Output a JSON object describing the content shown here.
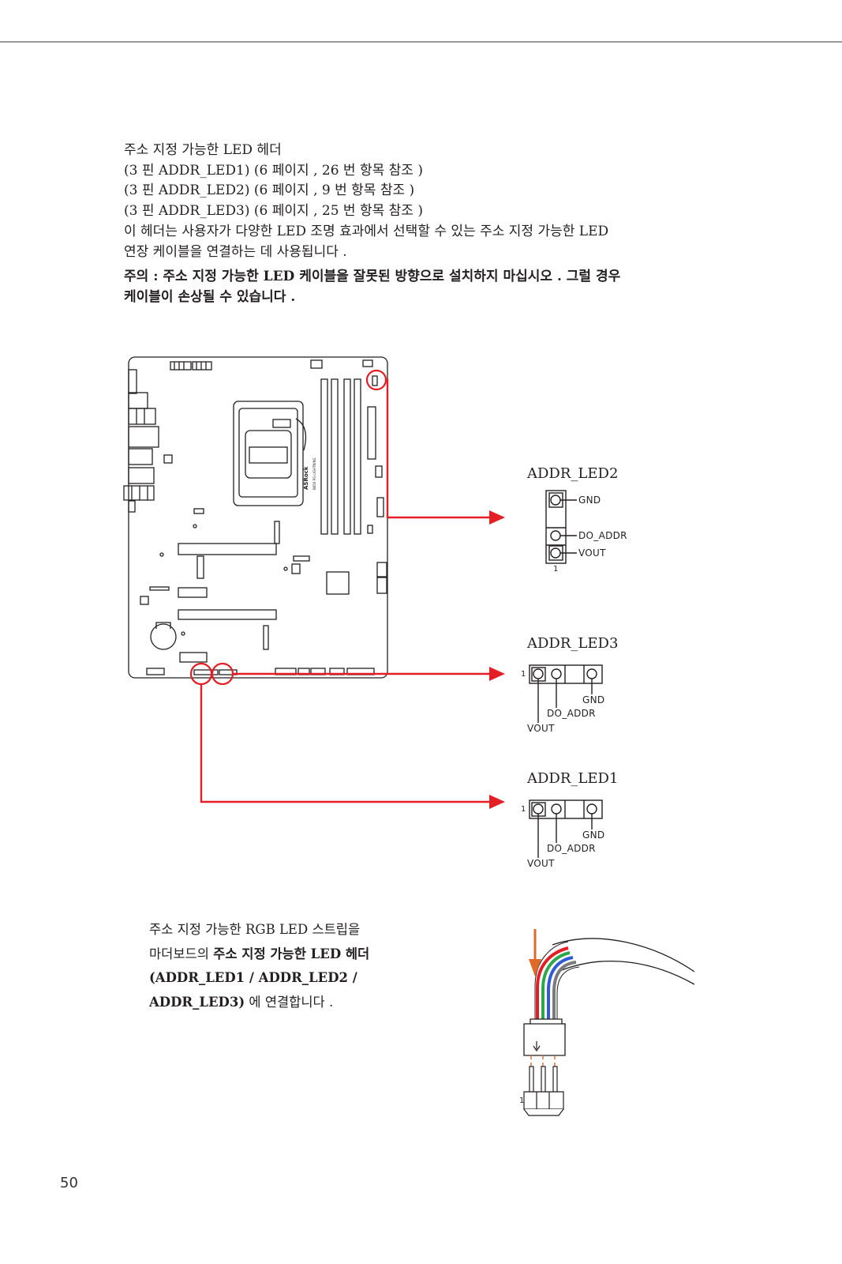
{
  "intro": {
    "title": "주소 지정 가능한 LED 헤더",
    "ref1": "(3 핀 ADDR_LED1) (6 페이지 , 26 번 항목 참조 )",
    "ref2": "(3 핀 ADDR_LED2) (6 페이지 , 9 번 항목 참조 )",
    "ref3": "(3 핀 ADDR_LED3) (6 페이지 , 25 번 항목 참조 )",
    "desc1": "이 헤더는 사용자가 다양한 LED 조명 효과에서 선택할 수 있는 주소 지정 가능한 LED",
    "desc2": "연장 케이블을 연결하는 데 사용됩니다 .",
    "warn1": "주의 : 주소 지정 가능한 LED 케이블을 잘못된 방향으로 설치하지 마십시오 . 그럴 경우",
    "warn2": "케이블이 손상될 수 있습니다 ."
  },
  "board": {
    "brand": "ASRock",
    "model": "B650 PG LIGHTNING"
  },
  "headers": {
    "led2": {
      "name": "ADDR_LED2",
      "gnd": "GND",
      "do_addr": "DO_ADDR",
      "vout": "VOUT",
      "pin1": "1"
    },
    "led3": {
      "name": "ADDR_LED3",
      "gnd": "GND",
      "do_addr": "DO_ADDR",
      "vout": "VOUT",
      "pin1": "1"
    },
    "led1": {
      "name": "ADDR_LED1",
      "gnd": "GND",
      "do_addr": "DO_ADDR",
      "vout": "VOUT",
      "pin1": "1"
    }
  },
  "connect": {
    "line1": "주소 지정 가능한 RGB LED 스트립을",
    "line2_a": "마더보드의 ",
    "line2_b": "주소 지정 가능한 LED 헤더",
    "line3": "(ADDR_LED1 / ADDR_LED2 /",
    "line4_b": "ADDR_LED3)",
    "line4_a": " 에 연결합니다 .",
    "pin1": "1"
  },
  "colors": {
    "accent": "#e31e24",
    "arrow_orange": "#e06a2a",
    "ink": "#231f20"
  },
  "page_number": "50"
}
